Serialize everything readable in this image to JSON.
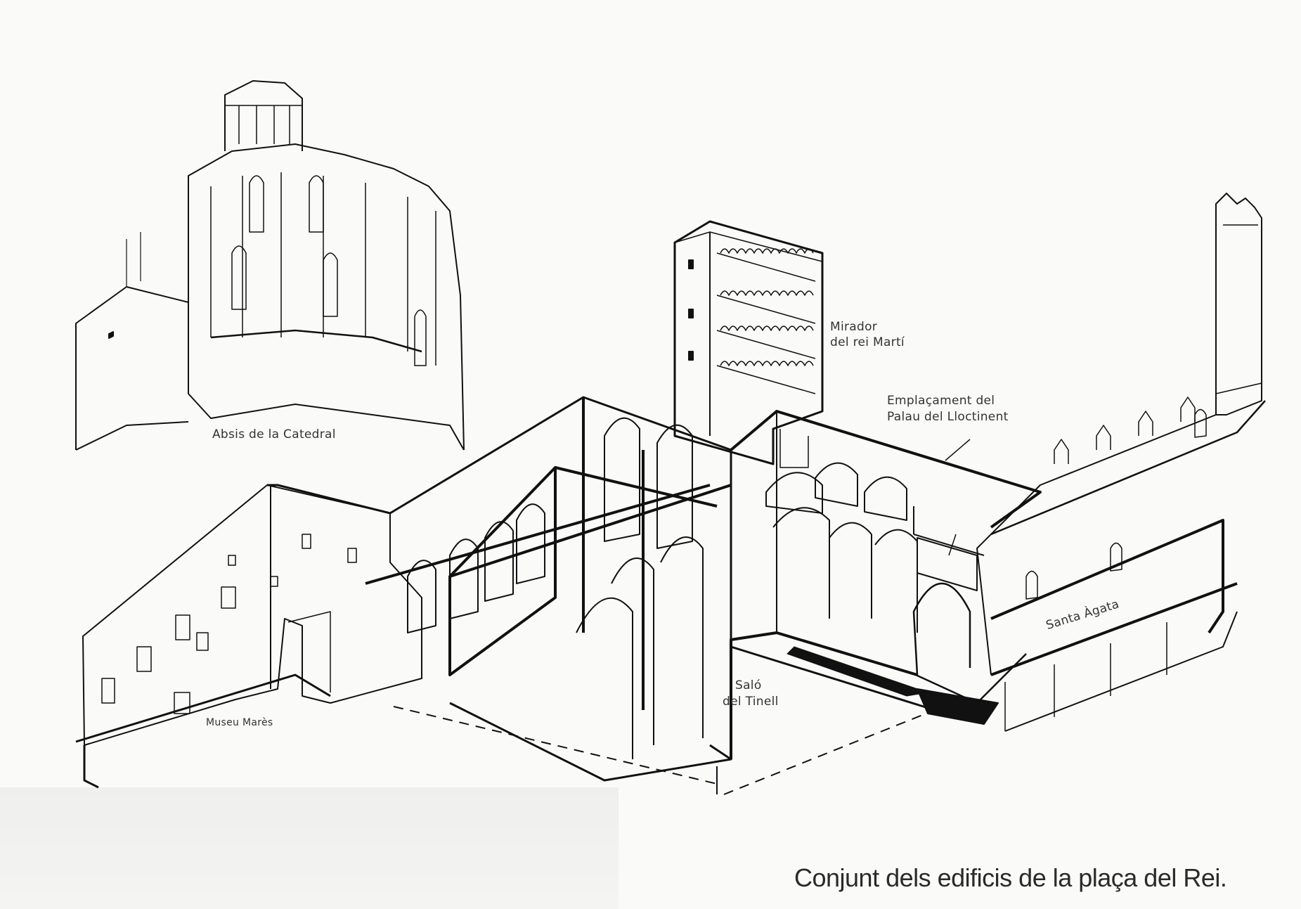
{
  "figure": {
    "type": "axonometric architectural cutaway illustration",
    "caption": "Conjunt dels edificis de la plaça del Rei.",
    "labels": {
      "cathedral_apse": "Absis de la Catedral",
      "mirador_line1": "Mirador",
      "mirador_line2": "del rei Martí",
      "palau_line1": "Emplaçament del",
      "palau_line2": "Palau del Lloctinent",
      "santa_agata": "Santa Àgata",
      "tinell_line1": "Saló",
      "tinell_line2": "del Tinell",
      "museu_mares": "Museu Marès"
    },
    "colors": {
      "ink": "#111111",
      "label": "#333333",
      "paper": "#fafaf9"
    }
  }
}
